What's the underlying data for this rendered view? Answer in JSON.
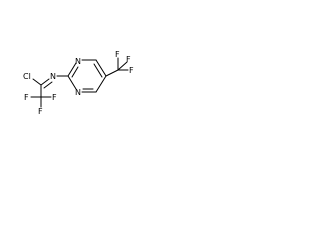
{
  "molecule": {
    "atoms": {
      "fluorine_top": "F",
      "fluorine_right": "F",
      "fluorine_upper_right": "F",
      "carbon_cf3_top": "C",
      "nitrogen_ring_upper": "N",
      "nitrogen_ring_lower": "N",
      "nitrogen_imine": "N",
      "chlorine": "Cl",
      "fluorine_bottom_left": "F",
      "fluorine_bottom_mid": "F",
      "fluorine_bottom_right": "F"
    }
  },
  "colors": {
    "bond": "#000000",
    "label": "#000000",
    "background": "#ffffff"
  }
}
